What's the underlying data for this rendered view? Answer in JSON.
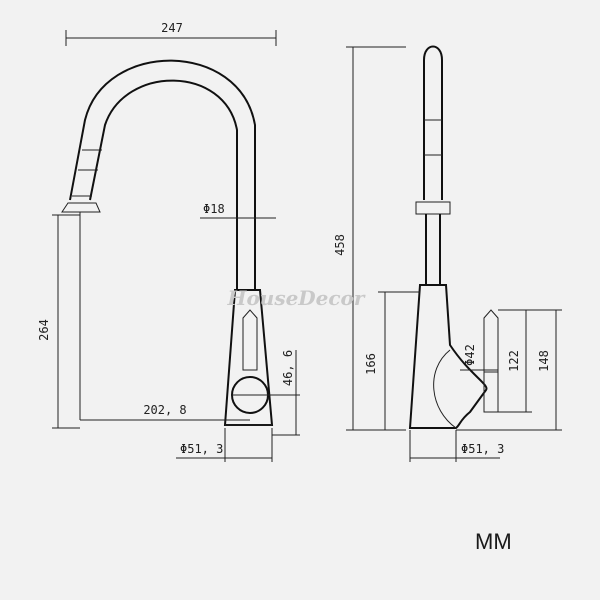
{
  "dimensions": {
    "width_reach": "247",
    "pipe_dia": "Φ18",
    "height_outlet": "264",
    "spout_reach": "202, 8",
    "handle_h": "46, 6",
    "base_dia_front": "Φ51, 3",
    "total_height": "458",
    "body_height": "166",
    "handle_dia": "Φ42",
    "handle_122": "122",
    "handle_148": "148",
    "base_dia_side": "Φ51, 3"
  },
  "watermark": "HouseDecor",
  "unit_label": "MM",
  "colors": {
    "line": "#222222",
    "background": "#f2f2f2",
    "watermark": "#c9c9c9"
  }
}
